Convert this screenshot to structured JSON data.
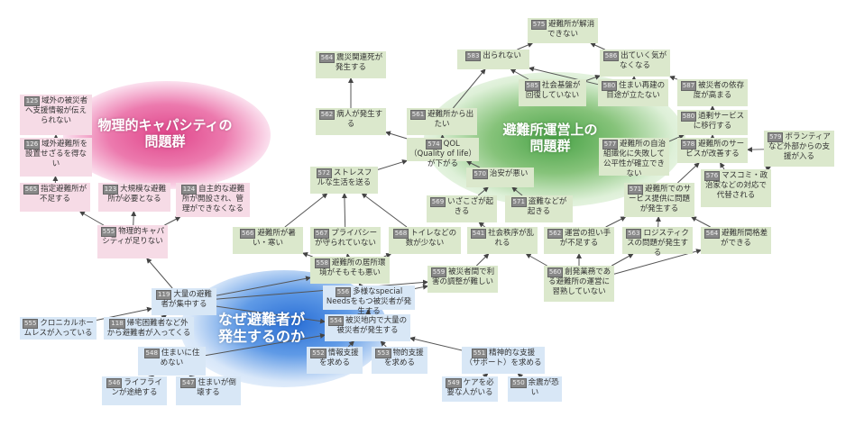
{
  "clusters": {
    "physical": "物理的キャパシティの\n問題群",
    "operation": "避難所運営上の\n問題群",
    "why": "なぜ避難者が\n発生するのか"
  },
  "colors": {
    "pink": "#f6dbe6",
    "green": "#dbe8cc",
    "blue": "#d8e7f6"
  },
  "nodes": [
    {
      "id": "n125",
      "num": "125",
      "text": "域外の被災者へ支援情報が伝えられない",
      "group": "pink"
    },
    {
      "id": "n126",
      "num": "126",
      "text": "域外避難所を設置せざるを得ない",
      "group": "pink"
    },
    {
      "id": "n565",
      "num": "565",
      "text": "指定避難所が不足する",
      "group": "pink"
    },
    {
      "id": "n123",
      "num": "123",
      "text": "大規模な避難所が必要となる",
      "group": "pink"
    },
    {
      "id": "n124",
      "num": "124",
      "text": "自主的な避難所が開設され、管理ができなくなる",
      "group": "pink"
    },
    {
      "id": "n555",
      "num": "555",
      "text": "物理的キャパシティが足りない",
      "group": "pink"
    },
    {
      "id": "n119",
      "num": "119",
      "text": "大量の避難者が集中する",
      "group": "blue"
    },
    {
      "id": "n555b",
      "num": "555",
      "text": "クロニカルホームレスが入っている",
      "group": "blue"
    },
    {
      "id": "n118",
      "num": "118",
      "text": "帰宅困難者など外から避難者が入ってくる",
      "group": "blue"
    },
    {
      "id": "n548",
      "num": "548",
      "text": "住まいに住めない",
      "group": "blue"
    },
    {
      "id": "n546",
      "num": "546",
      "text": "ライフラインが途絶する",
      "group": "blue"
    },
    {
      "id": "n547",
      "num": "547",
      "text": "住まいが倒壊する",
      "group": "blue"
    },
    {
      "id": "n556",
      "num": "556",
      "text": "多様なspecial Needsをもつ被災者が発生する",
      "group": "blue"
    },
    {
      "id": "n554",
      "num": "554",
      "text": "被災地内で大量の被災者が発生する",
      "group": "blue"
    },
    {
      "id": "n552",
      "num": "552",
      "text": "情報支援を求める",
      "group": "blue"
    },
    {
      "id": "n553",
      "num": "553",
      "text": "物的支援を求める",
      "group": "blue"
    },
    {
      "id": "n551",
      "num": "551",
      "text": "精神的な支援（サポート）を求める",
      "group": "blue"
    },
    {
      "id": "n549",
      "num": "549",
      "text": "ケアを必要な人がいる",
      "group": "blue"
    },
    {
      "id": "n550",
      "num": "550",
      "text": "余震が恐い",
      "group": "blue"
    },
    {
      "id": "n564",
      "num": "564",
      "text": "震災関連死が発生する",
      "group": "green"
    },
    {
      "id": "n562",
      "num": "562",
      "text": "病人が発生する",
      "group": "green"
    },
    {
      "id": "n561",
      "num": "561",
      "text": "避難所から出たい",
      "group": "green"
    },
    {
      "id": "n574",
      "num": "574",
      "text": "QOL（Quality of life）が下がる",
      "group": "green"
    },
    {
      "id": "n572",
      "num": "572",
      "text": "ストレスフルな生活を送る",
      "group": "green"
    },
    {
      "id": "n570",
      "num": "570",
      "text": "治安が悪い",
      "group": "green"
    },
    {
      "id": "n569",
      "num": "569",
      "text": "いざこざが起きる",
      "group": "green"
    },
    {
      "id": "n571",
      "num": "571",
      "text": "盗難などが起きる",
      "group": "green"
    },
    {
      "id": "n566",
      "num": "566",
      "text": "避難所が暑い・寒い",
      "group": "green"
    },
    {
      "id": "n567",
      "num": "567",
      "text": "プライバシーが守られていない",
      "group": "green"
    },
    {
      "id": "n568",
      "num": "568",
      "text": "トイレなどの数が少ない",
      "group": "green"
    },
    {
      "id": "n541",
      "num": "541",
      "text": "社会秩序が乱れる",
      "group": "green"
    },
    {
      "id": "n558",
      "num": "558",
      "text": "避難所の居所環境がそもそも悪い",
      "group": "green"
    },
    {
      "id": "n559",
      "num": "559",
      "text": "被災者間で利害の調整が難しい",
      "group": "green"
    },
    {
      "id": "n575",
      "num": "575",
      "text": "避難所が解消できない",
      "group": "green"
    },
    {
      "id": "n583",
      "num": "583",
      "text": "出られない",
      "group": "green"
    },
    {
      "id": "n586",
      "num": "586",
      "text": "出ていく気がなくなる",
      "group": "green"
    },
    {
      "id": "n585",
      "num": "585",
      "text": "社会基盤が回復していない",
      "group": "green"
    },
    {
      "id": "n580",
      "num": "580",
      "text": "住まい再建の目途が立たない",
      "group": "green"
    },
    {
      "id": "n587",
      "num": "587",
      "text": "被災者の依存度が高まる",
      "group": "green"
    },
    {
      "id": "n580b",
      "num": "580",
      "text": "過剰サービスに移行する",
      "group": "green"
    },
    {
      "id": "n577",
      "num": "577",
      "text": "避難所の自治組織化に失敗して公平性が確立できない",
      "group": "green"
    },
    {
      "id": "n578",
      "num": "578",
      "text": "避難所のサービスが改善する",
      "group": "green"
    },
    {
      "id": "n579",
      "num": "579",
      "text": "ボランティアなど外部からの支援が入る",
      "group": "green"
    },
    {
      "id": "n576",
      "num": "576",
      "text": "マスコミ・政治家などの対応で代替される",
      "group": "green"
    },
    {
      "id": "n571b",
      "num": "571",
      "text": "避難所でのサービス提供に問題が発生する",
      "group": "green"
    },
    {
      "id": "n562b",
      "num": "562",
      "text": "運営の担い手が不足する",
      "group": "green"
    },
    {
      "id": "n563",
      "num": "563",
      "text": "ロジスティクスの問題が発生する",
      "group": "green"
    },
    {
      "id": "n564b",
      "num": "564",
      "text": "避難所間格差ができる",
      "group": "green"
    },
    {
      "id": "n560",
      "num": "560",
      "text": "創発業務である避難所の運営に習熟していない",
      "group": "green"
    }
  ],
  "edges": [
    [
      "n126",
      "n125"
    ],
    [
      "n565",
      "n126"
    ],
    [
      "n555",
      "n565"
    ],
    [
      "n555",
      "n123"
    ],
    [
      "n555",
      "n124"
    ],
    [
      "n119",
      "n555"
    ],
    [
      "n555b",
      "n119"
    ],
    [
      "n118",
      "n119"
    ],
    [
      "n548",
      "n554"
    ],
    [
      "n546",
      "n548"
    ],
    [
      "n547",
      "n548"
    ],
    [
      "n119",
      "n558"
    ],
    [
      "n119",
      "n559"
    ],
    [
      "n119",
      "n554"
    ],
    [
      "n552",
      "n554"
    ],
    [
      "n553",
      "n554"
    ],
    [
      "n551",
      "n554"
    ],
    [
      "n549",
      "n551"
    ],
    [
      "n550",
      "n551"
    ],
    [
      "n554",
      "n556"
    ],
    [
      "n556",
      "n558"
    ],
    [
      "n556",
      "n559"
    ],
    [
      "n558",
      "n566"
    ],
    [
      "n558",
      "n567"
    ],
    [
      "n558",
      "n568"
    ],
    [
      "n566",
      "n572"
    ],
    [
      "n567",
      "n572"
    ],
    [
      "n568",
      "n572"
    ],
    [
      "n572",
      "n574"
    ],
    [
      "n574",
      "n562"
    ],
    [
      "n562",
      "n564"
    ],
    [
      "n574",
      "n561"
    ],
    [
      "n561",
      "n583"
    ],
    [
      "n570",
      "n574"
    ],
    [
      "n569",
      "n570"
    ],
    [
      "n571",
      "n570"
    ],
    [
      "n541",
      "n569"
    ],
    [
      "n559",
      "n541"
    ],
    [
      "n560",
      "n541"
    ],
    [
      "n560",
      "n562b"
    ],
    [
      "n560",
      "n563"
    ],
    [
      "n560",
      "n564b"
    ],
    [
      "n562b",
      "n571b"
    ],
    [
      "n563",
      "n571b"
    ],
    [
      "n564b",
      "n571b"
    ],
    [
      "n571b",
      "n578"
    ],
    [
      "n576",
      "n578"
    ],
    [
      "n579",
      "n578"
    ],
    [
      "n576",
      "n579"
    ],
    [
      "n578",
      "n580b"
    ],
    [
      "n577",
      "n580b"
    ],
    [
      "n580b",
      "n587"
    ],
    [
      "n587",
      "n586"
    ],
    [
      "n586",
      "n575"
    ],
    [
      "n583",
      "n575"
    ],
    [
      "n585",
      "n583"
    ],
    [
      "n585",
      "n586"
    ],
    [
      "n580",
      "n583"
    ],
    [
      "n580",
      "n586"
    ]
  ]
}
